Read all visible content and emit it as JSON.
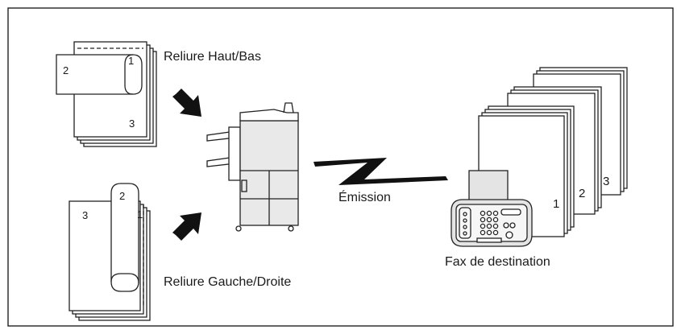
{
  "labels": {
    "binding_top_bottom": "Reliure Haut/Bas",
    "binding_left_right": "Reliure Gauche/Droite",
    "transmission": "Émission",
    "destination_fax": "Fax de destination"
  },
  "top_bottom_doc_pages": [
    "2",
    "1",
    "3"
  ],
  "left_right_doc_pages": [
    "3",
    "2",
    "1"
  ],
  "received_pages": [
    "1",
    "2",
    "3"
  ]
}
